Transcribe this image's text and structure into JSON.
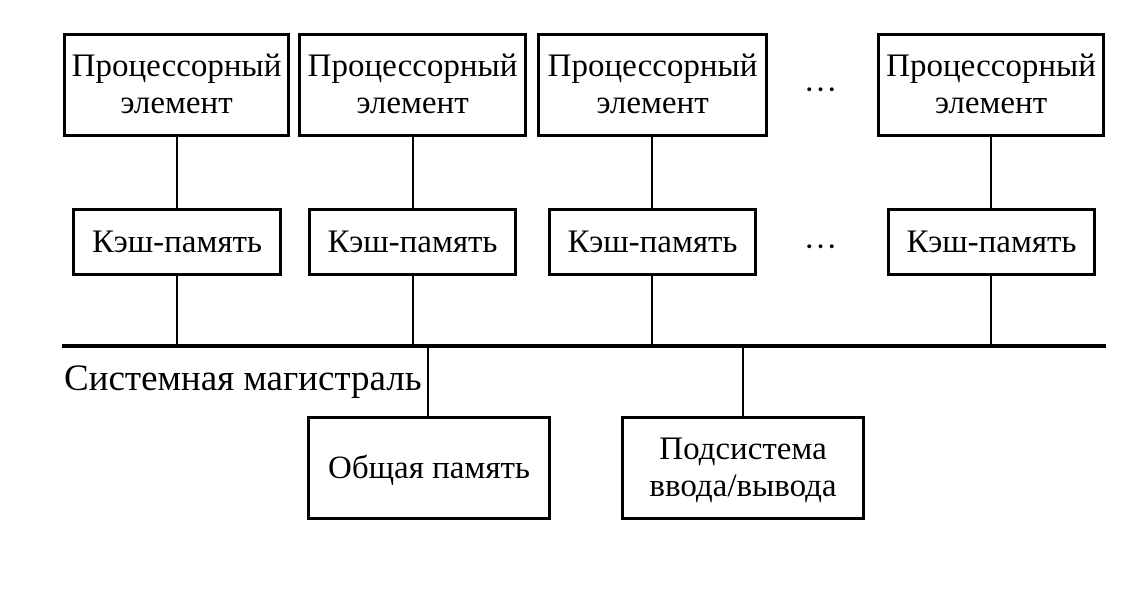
{
  "processors": [
    {
      "label": "Процессорный\nэлемент"
    },
    {
      "label": "Процессорный\nэлемент"
    },
    {
      "label": "Процессорный\nэлемент"
    },
    {
      "label": "Процессорный\nэлемент"
    }
  ],
  "caches": [
    {
      "label": "Кэш-память"
    },
    {
      "label": "Кэш-память"
    },
    {
      "label": "Кэш-память"
    },
    {
      "label": "Кэш-память"
    }
  ],
  "ellipsis": "...",
  "bus": {
    "label": "Системная магистраль"
  },
  "shared_memory": {
    "label": "Общая память"
  },
  "io_subsystem": {
    "label": "Подсистема\nввода/вывода"
  },
  "colors": {
    "line": "#000000",
    "text": "#000000",
    "background": "#ffffff"
  }
}
